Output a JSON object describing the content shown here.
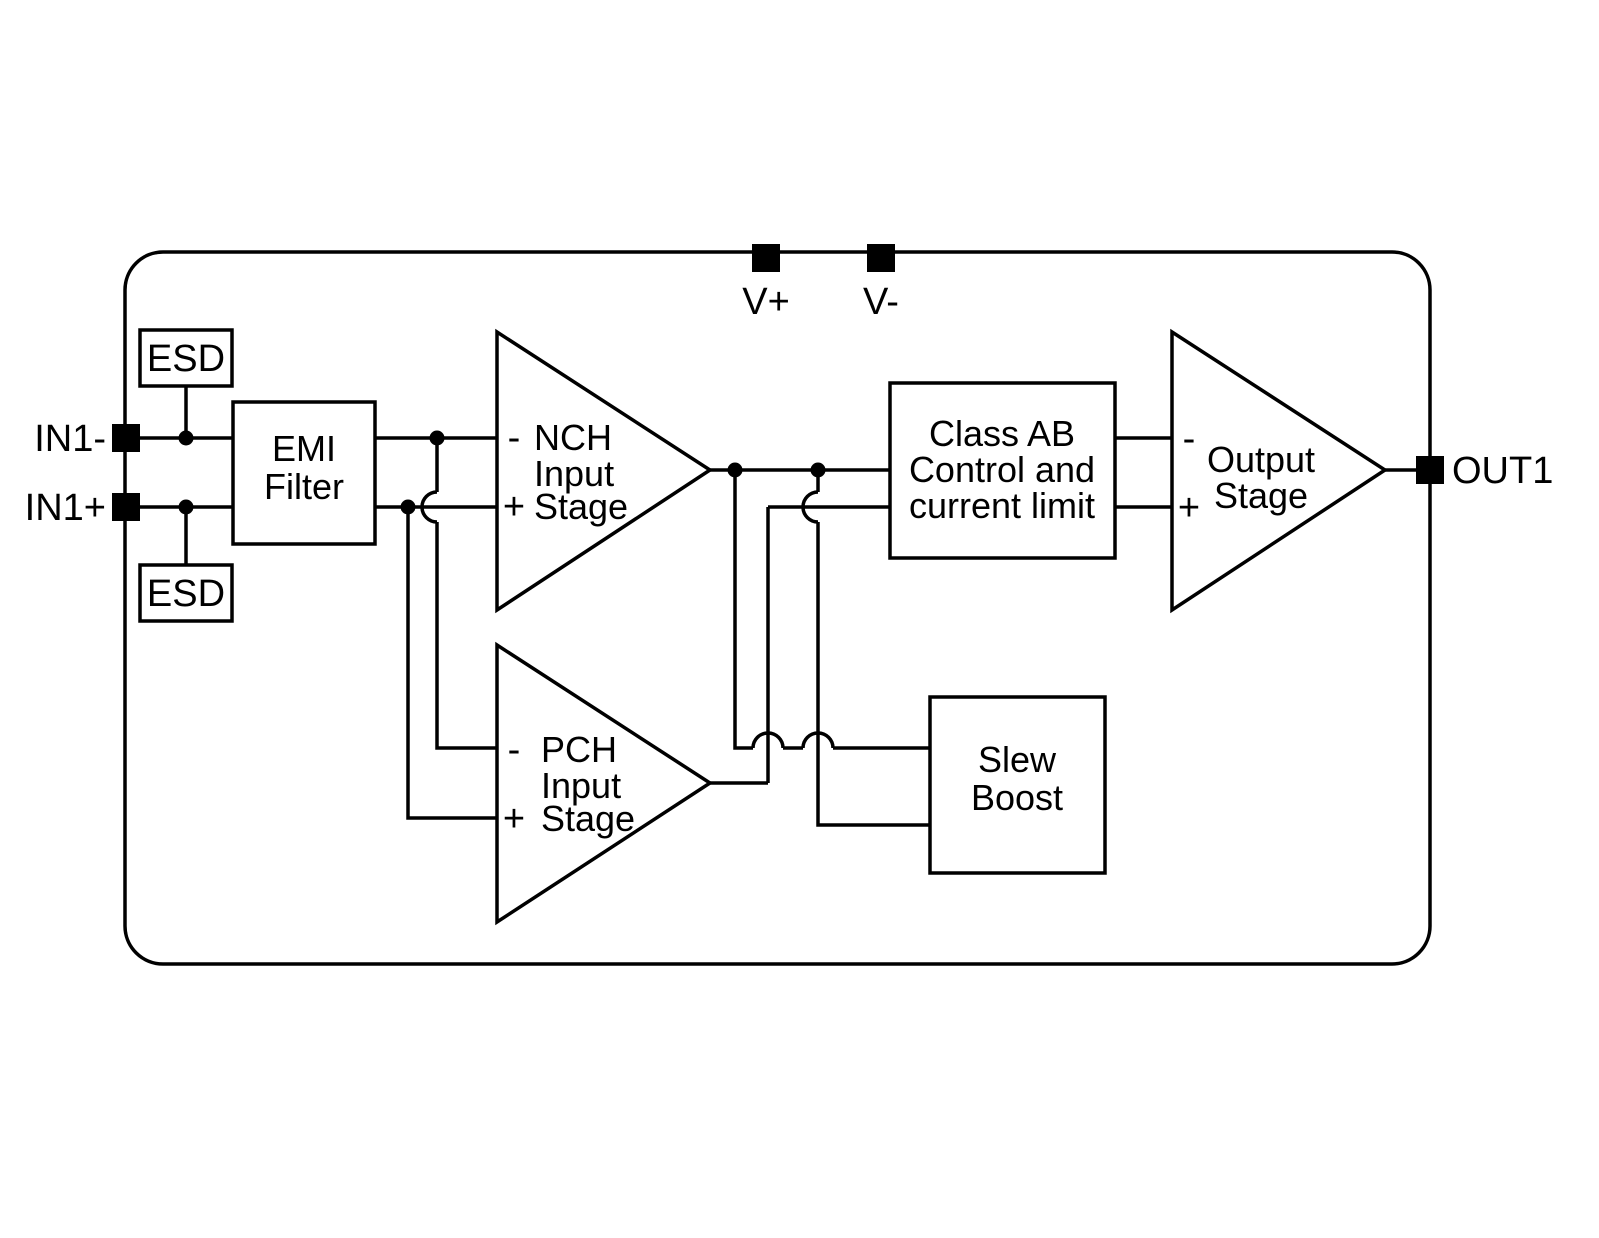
{
  "colors": {
    "line": "#000000",
    "background": "#ffffff",
    "pin_fill": "#000000"
  },
  "pins": {
    "v_plus": {
      "label": "V+"
    },
    "v_minus": {
      "label": "V-"
    },
    "in1_minus": {
      "label": "IN1-"
    },
    "in1_plus": {
      "label": "IN1+"
    },
    "out1": {
      "label": "OUT1"
    }
  },
  "blocks": {
    "esd_top": {
      "label": "ESD"
    },
    "esd_bottom": {
      "label": "ESD"
    },
    "emi_filter": {
      "line1": "EMI",
      "line2": "Filter"
    },
    "nch_input_stage": {
      "minus": "-",
      "name": "NCH",
      "line2": "Input",
      "plus": "+",
      "line3": "Stage"
    },
    "pch_input_stage": {
      "minus": "-",
      "name": "PCH",
      "line2": "Input",
      "plus": "+",
      "line3": "Stage"
    },
    "class_ab": {
      "line1": "Class AB",
      "line2": "Control and",
      "line3": "current limit"
    },
    "slew_boost": {
      "line1": "Slew",
      "line2": "Boost"
    },
    "output_stage": {
      "minus": "-",
      "plus": "+",
      "line1": "Output",
      "line2": "Stage"
    }
  }
}
